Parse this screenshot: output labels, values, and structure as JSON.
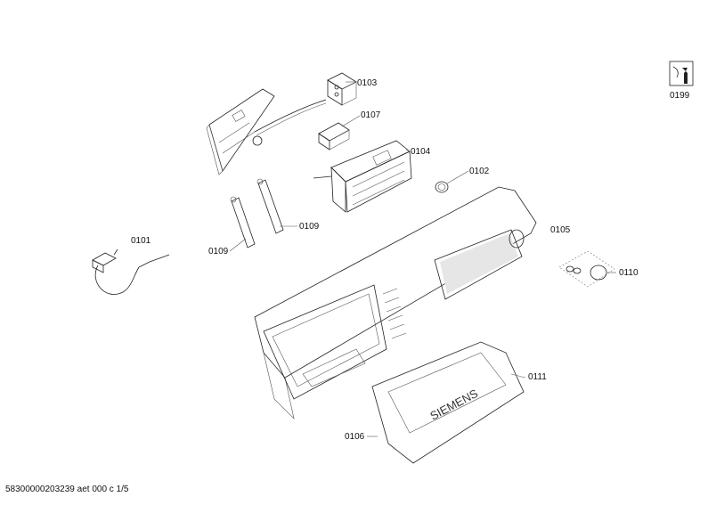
{
  "labels": {
    "p0103": "0103",
    "p0107": "0107",
    "p0104": "0104",
    "p0102": "0102",
    "p0101": "0101",
    "p0109a": "0109",
    "p0109b": "0109",
    "p0105": "0105",
    "p0110": "0110",
    "p0111": "0111",
    "p0106": "0106",
    "p0199": "0199"
  },
  "brand": "SIEMENS",
  "footer": "58300000203239 aet 000 c 1/5",
  "icons": {
    "service": "wrench-manual-icon"
  }
}
